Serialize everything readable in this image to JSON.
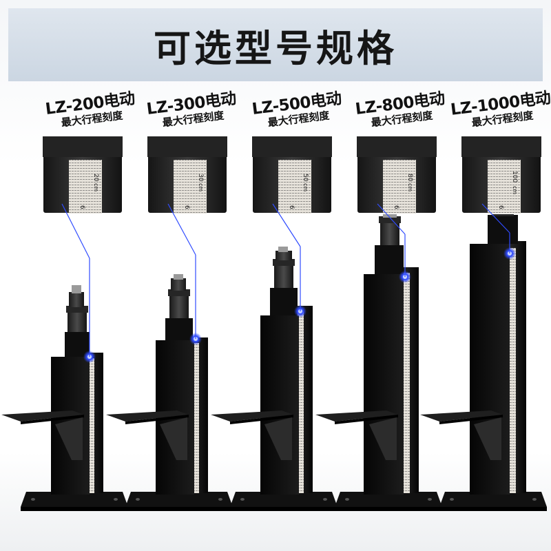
{
  "header": {
    "title": "可选型号规格"
  },
  "products": [
    {
      "model": "LZ-200电动",
      "caption": "最大行程刻度",
      "scale": {
        "main": "20",
        "unit": "cm",
        "edge": "6"
      }
    },
    {
      "model": "LZ-300电动",
      "caption": "最大行程刻度",
      "scale": {
        "main": "30",
        "unit": "cm",
        "edge": "6"
      }
    },
    {
      "model": "LZ-500电动",
      "caption": "最大行程刻度",
      "scale": {
        "main": "50",
        "unit": "cm",
        "edge": "6"
      }
    },
    {
      "model": "LZ-800电动",
      "caption": "最大行程刻度",
      "scale": {
        "main": "80",
        "unit": "cm",
        "edge": "6"
      }
    },
    {
      "model": "LZ-1000电动",
      "caption": "最大行程刻度",
      "scale": {
        "main": "100",
        "unit": "cm",
        "edge": "6"
      }
    }
  ],
  "colors": {
    "banner": "#d3dce6",
    "metal": "#161616",
    "indicator": "#2f4bff",
    "scale": "#e8e4dc"
  }
}
